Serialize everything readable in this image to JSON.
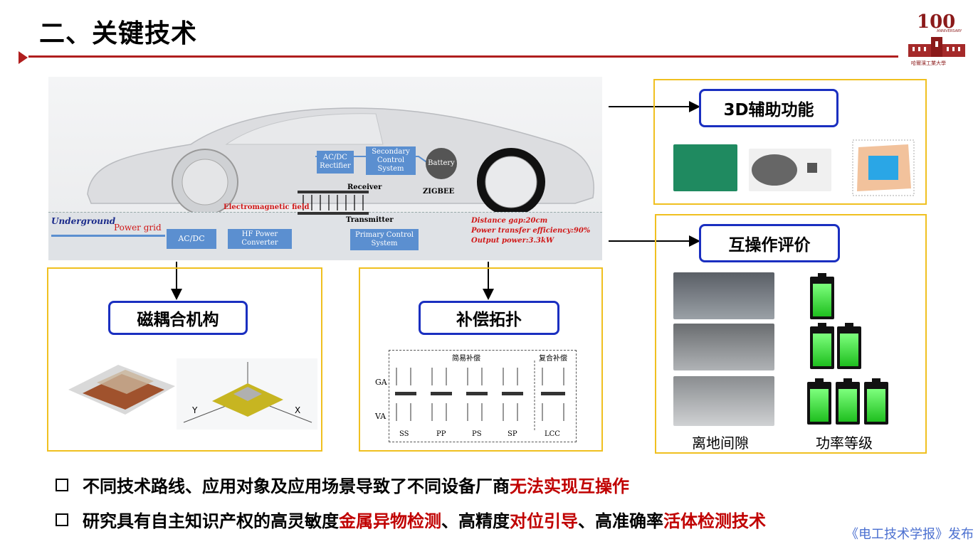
{
  "page": {
    "title": "二、关键技术",
    "source": "《电工技术学报》发布"
  },
  "logo": {
    "number": "100",
    "anniversary": "ANNIVERSARY",
    "university": "哈爾濱工業大學"
  },
  "diagram": {
    "underground": "Underground",
    "power_grid": "Power grid",
    "acdc": "AC/DC",
    "hf_converter": "HF Power Converter",
    "primary_control": "Primary Control System",
    "rectifier": "AC/DC Rectifier",
    "secondary_control": "Secondary Control System",
    "battery": "Battery",
    "receiver": "Receiver",
    "transmitter": "Transmitter",
    "em_field": "Electromagnetic field",
    "zigbee": "ZIGBEE",
    "specs": [
      "Distance gap:20cm",
      "Power transfer efficiency:90%",
      "Output power:3.3kW"
    ]
  },
  "panels": {
    "magnetic": {
      "caption": "磁耦合机构",
      "axis_x": "X",
      "axis_y": "Y"
    },
    "compensation": {
      "caption": "补偿拓扑",
      "simple": "简易补偿",
      "composite": "复合补偿",
      "row_ga": "GA",
      "row_va": "VA",
      "types": [
        "SS",
        "PP",
        "PS",
        "SP",
        "LCC"
      ]
    },
    "assist3d": {
      "caption": "3D辅助功能"
    },
    "interop": {
      "caption": "互操作评价",
      "label_clearance": "离地间隙",
      "label_power": "功率等级"
    }
  },
  "bullets": [
    {
      "plain": "不同技术路线、应用对象及应用场景导致了不同设备厂商",
      "highlight": "无法实现互操作"
    },
    {
      "p1": "研究具有自主知识产权的高灵敏度",
      "h1": "金属异物检测",
      "p2": "、高精度",
      "h2": "对位引导",
      "p3": "、高准确率",
      "h3": "活体检测技术"
    }
  ],
  "colors": {
    "accent_red": "#b01e1e",
    "caption_border": "#1a2fc0",
    "panel_border": "#f0c020",
    "highlight": "#c00000",
    "box_blue": "#5b8fd0"
  }
}
